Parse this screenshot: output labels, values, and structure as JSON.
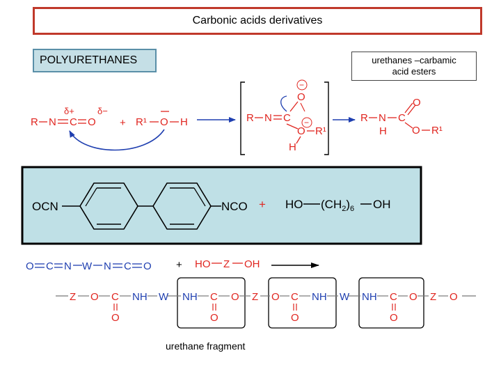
{
  "header": {
    "title": "Carbonic acids derivatives"
  },
  "section": {
    "label": "POLYURETHANES"
  },
  "note": {
    "line1": "urethanes –carbamic",
    "line2": "acid esters"
  },
  "footer": {
    "fragment_label": "urethane fragment"
  },
  "colors": {
    "title_border": "#c0392b",
    "section_fill": "#c5dfe6",
    "panel_fill": "#bfe0e6",
    "red": "#e0251f",
    "blue": "#1f3fb0"
  },
  "mechanism": {
    "isocyanate": [
      "R",
      "N",
      "C",
      "O"
    ],
    "delta_plus": "δ+",
    "delta_minus": "δ−",
    "plus": "+",
    "alcohol": [
      "R¹",
      "O",
      "H"
    ],
    "intermediate": [
      "R",
      "N",
      "C",
      "O",
      "R¹",
      "H"
    ],
    "charge_symbol": "−",
    "product": [
      "R",
      "N",
      "H",
      "C",
      "O",
      "O",
      "R¹"
    ]
  },
  "monomers": {
    "diisocyanate_left": "OCN",
    "diisocyanate_right": "NCO",
    "plus": "+",
    "diol_ho": "HO",
    "diol_chain": "(CH",
    "diol_sub": "2",
    "diol_close": ")",
    "diol_mult": "6",
    "diol_oh": "OH"
  },
  "general_reaction": {
    "diisocyanate": [
      "O",
      "C",
      "N",
      "W",
      "N",
      "C",
      "O"
    ],
    "plus": "+",
    "diol": [
      "HO",
      "Z",
      "OH"
    ]
  },
  "polymer": {
    "chain": [
      "Z",
      "O",
      "C",
      "NH",
      "W",
      "NH",
      "C",
      "O",
      "Z",
      "O",
      "C",
      "NH",
      "W",
      "NH",
      "C",
      "O",
      "Z",
      "O"
    ],
    "carbonyl_o": "O"
  }
}
